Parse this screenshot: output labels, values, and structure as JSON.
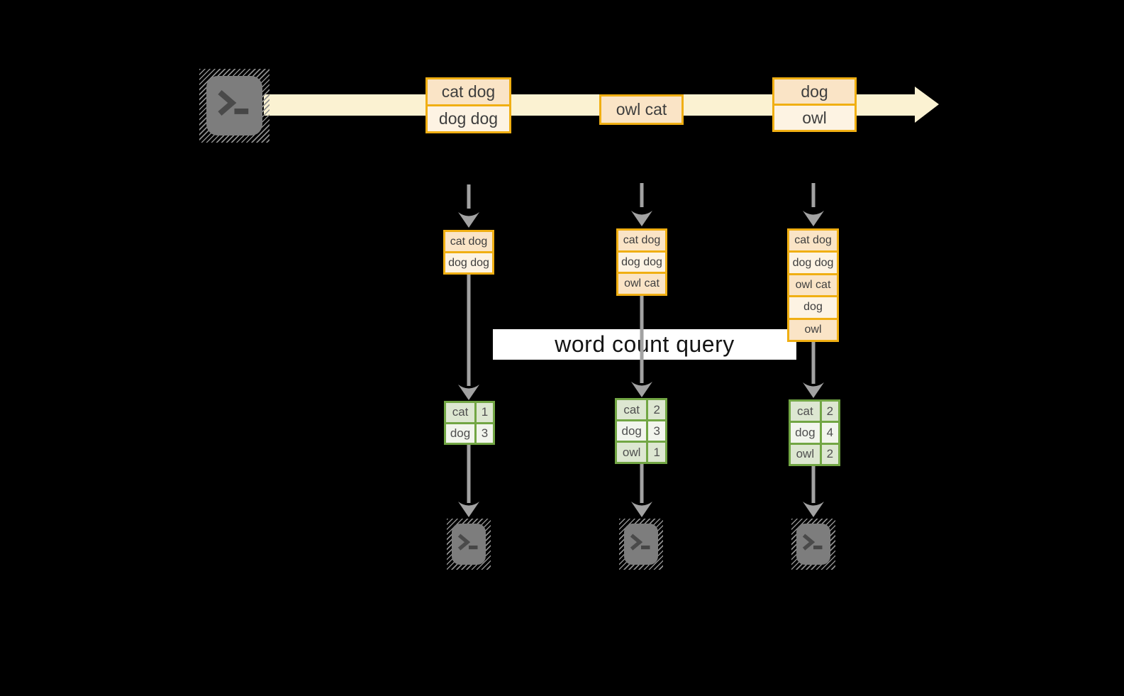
{
  "banner": {
    "label": "word count query"
  },
  "stream_batches": [
    {
      "rows": [
        "cat dog",
        "dog dog"
      ]
    },
    {
      "rows": [
        "owl cat"
      ]
    },
    {
      "rows": [
        "dog",
        "owl"
      ]
    }
  ],
  "micro_batches": [
    {
      "input_rows": [
        "cat dog",
        "dog dog"
      ],
      "word_counts": [
        [
          "cat",
          "1"
        ],
        [
          "dog",
          "3"
        ]
      ]
    },
    {
      "input_rows": [
        "cat dog",
        "dog dog",
        "owl cat"
      ],
      "word_counts": [
        [
          "cat",
          "2"
        ],
        [
          "dog",
          "3"
        ],
        [
          "owl",
          "1"
        ]
      ]
    },
    {
      "input_rows": [
        "cat dog",
        "dog dog",
        "owl cat",
        "dog",
        "owl"
      ],
      "word_counts": [
        [
          "cat",
          "2"
        ],
        [
          "dog",
          "4"
        ],
        [
          "owl",
          "2"
        ]
      ]
    }
  ],
  "icons": {
    "source": "terminal-icon",
    "sinks": [
      "terminal-icon",
      "terminal-icon",
      "terminal-icon"
    ]
  },
  "palette": {
    "background": "#000000",
    "stream_band": "#FBF2D2",
    "record_border": "#F0AF13",
    "record_fill_dark": "#FAE4C6",
    "record_fill_light": "#FDF3E3",
    "table_border": "#72A644",
    "table_row_dark": "#DDE7D1",
    "table_row_light": "#F2F5ED",
    "arrow_gray": "#A2A2A2",
    "terminal_gray": "#7D7D7D",
    "banner_bg": "#FFFFFF"
  }
}
